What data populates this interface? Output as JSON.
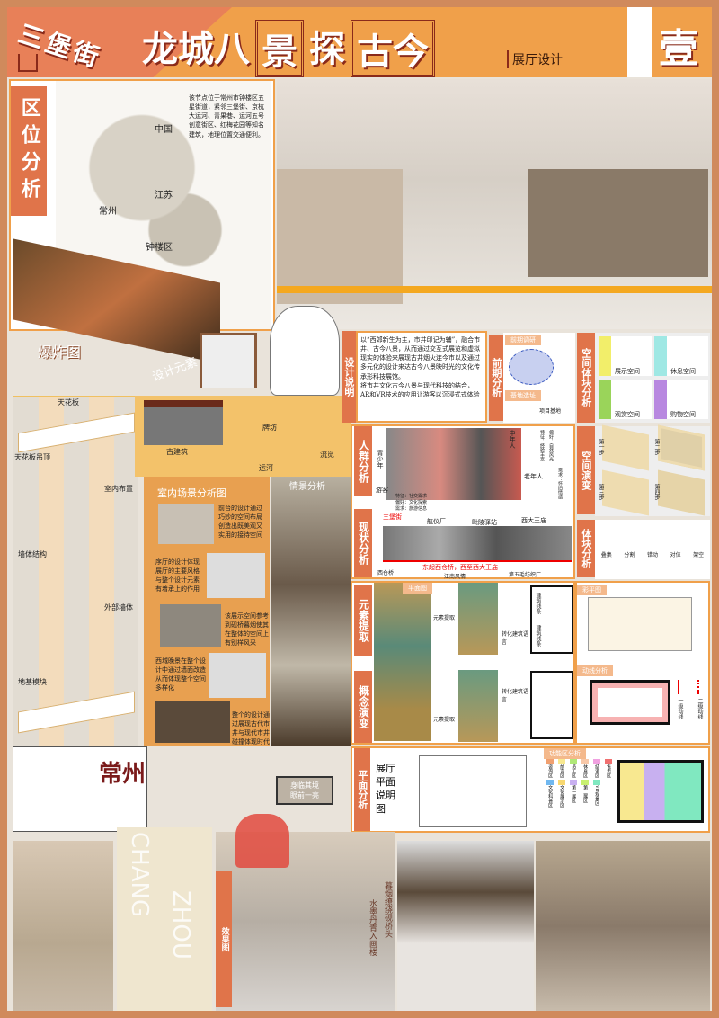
{
  "header": {
    "brand": "三堡街",
    "title_parts": [
      "龙城八",
      "景",
      "探",
      "古今"
    ],
    "subtitle": "展厅设计",
    "sheet_number": "壹"
  },
  "location": {
    "label": "区位分析",
    "text": "该节点位于常州市钟楼区五星街道，紧邻三堡街、京杭大运河、青果巷、运河五号创意街区、红梅花园等知名建筑，地理位置交通便利。",
    "places": [
      "中国",
      "江苏",
      "常州",
      "钟楼区"
    ]
  },
  "explosion": {
    "label": "爆炸图",
    "design_label": "设计元素",
    "layers": [
      "天花板",
      "天花板吊顶",
      "室内布置",
      "墙体结构",
      "外部墙体",
      "地基模块"
    ],
    "elements": [
      "古建筑",
      "牌坊",
      "运河",
      "流觅"
    ]
  },
  "interior": {
    "title": "室内场景分析图",
    "scene_label": "情景分析",
    "items": [
      "前台的设计通过巧妙的空间布局创造出既美观又实用的接待空间",
      "序厅的设计体现展厅的主要风格与整个设计元素有着承上的作用",
      "该展示空间参考到砚桥暮烟使其在整体的空间上有别样风采",
      "西城晚景在整个设计中通过墙面改造从而体现整个空间多样化",
      "整个的设计通过展现古代市井与现代市井碰撞体现时代"
    ]
  },
  "design_note": {
    "label": "设计说明",
    "text1": "以“西郊新生为主，市井印记为辅”，融合市井、古今八景，从而通过交互式展览和虚拟现实的体验来展现古井烟火连今市以及通过多元化的设计来达古今八景映时光的文化传承形科技展馆。",
    "text2": "将市井文化古今八景与现代科技的结合，AR和VR技术的应用让游客以沉浸式式体验"
  },
  "preliminary": {
    "label": "前期分析",
    "tags": [
      "前期调研",
      "基地选址"
    ],
    "caption": "项目基地"
  },
  "space_block": {
    "label": "空间体块分析",
    "items": [
      {
        "name": "展示空间",
        "color": "#f2ee6a"
      },
      {
        "name": "休息空间",
        "color": "#9fe8e4"
      },
      {
        "name": "观赏空间",
        "color": "#9ad45a"
      },
      {
        "name": "购物空间",
        "color": "#b888e0"
      }
    ]
  },
  "crowd": {
    "label": "人群分析",
    "groups": [
      "青少年",
      "中年人",
      "老年人",
      "游客"
    ],
    "notes": [
      "特征：社交需求",
      "偏好：文化探索",
      "需求：旅游信息",
      "特征：经验丰富",
      "偏好：自然风光",
      "需求：怀旧情结"
    ]
  },
  "status": {
    "label": "现状分析",
    "brand": "三堡街",
    "sites": [
      "航仪厂",
      "毗陵驿站",
      "西大王庙",
      "西仓桥",
      "江南风情",
      "第五毛纺织厂"
    ],
    "route": "东起西仓桥，西至西大王庙"
  },
  "space_evolution": {
    "label": "空间演变",
    "steps": [
      "第一步",
      "第二步",
      "第三步",
      "第四步"
    ]
  },
  "block_analysis": {
    "label": "体块分析",
    "ops": [
      "叠集",
      "分割",
      "错动",
      "对位",
      "架空"
    ]
  },
  "element": {
    "label1": "元素提取",
    "label2": "概念演变",
    "tag": "平面图",
    "extract": "元素提取",
    "convert": "转化建筑语言",
    "line_words": [
      "建筑线条",
      "建筑线条"
    ]
  },
  "color_plan": {
    "tag": "彩平图",
    "flow_tag": "动线分析",
    "legend": [
      "一级动线",
      "二级动线"
    ]
  },
  "plan": {
    "label": "平面分析",
    "title": "展厅平面说明图",
    "func_tag": "功能区分析",
    "zones": [
      {
        "name": "咨询区",
        "color": "#f0a070"
      },
      {
        "name": "前言区",
        "color": "#f8e890"
      },
      {
        "name": "员工区",
        "color": "#b0e878"
      },
      {
        "name": "休息区",
        "color": "#f8c8a8"
      },
      {
        "name": "结语区",
        "color": "#f0a0e0"
      },
      {
        "name": "售卖区",
        "color": "#f07070"
      },
      {
        "name": "文化科普区",
        "color": "#70b8f0"
      },
      {
        "name": "文化展示区",
        "color": "#f8d870"
      },
      {
        "name": "第一展区",
        "color": "#c8b0f0"
      },
      {
        "name": "第二展区",
        "color": "#c8f070"
      },
      {
        "name": "VR观景区",
        "color": "#80e8c0"
      }
    ]
  },
  "renders": {
    "label": "效果图",
    "bubble": [
      "身临其境",
      "眼前一亮"
    ],
    "watermark": [
      "CHANG",
      "ZHOU"
    ],
    "poem_a": "暮烟缭绕砚桥头",
    "poem_b": "水墨丹青入画楼",
    "rug_text": "常州"
  },
  "colors": {
    "accent": "#e0744a",
    "orange": "#f0a04a",
    "frame": "#d08a5c"
  }
}
